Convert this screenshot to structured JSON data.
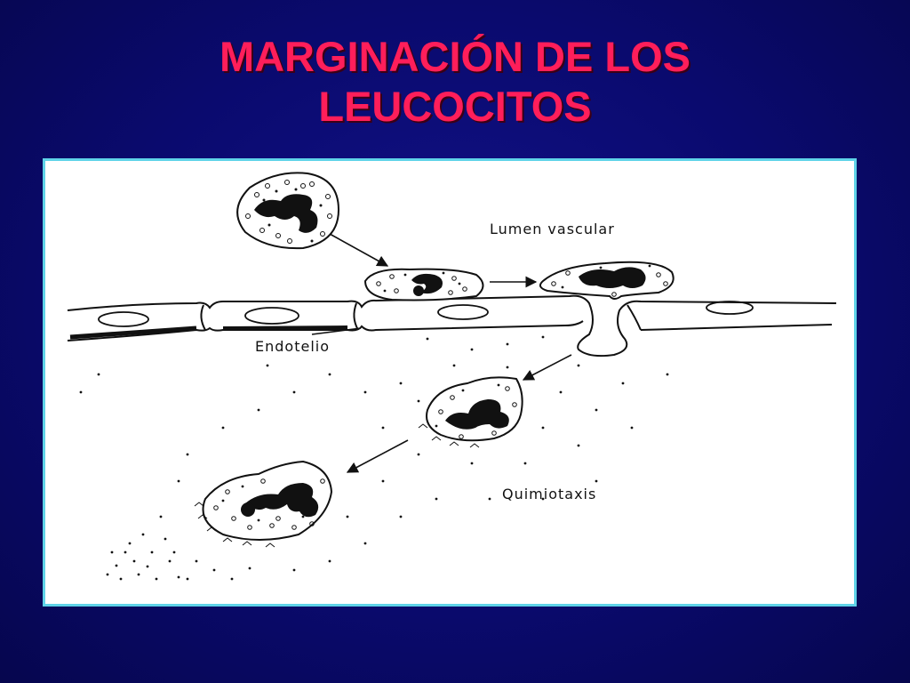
{
  "title": {
    "line1": "MARGINACIÓN DE LOS",
    "line2": "LEUCOCITOS"
  },
  "diagram": {
    "label_lumen": "Lumen vascular",
    "label_endotelio": "Endotelio",
    "label_quimiotaxis": "Quimiotaxis"
  },
  "colors": {
    "background": "#0a0a6e",
    "title": "#ff1e5a",
    "frame_border": "#5fd3e8"
  }
}
